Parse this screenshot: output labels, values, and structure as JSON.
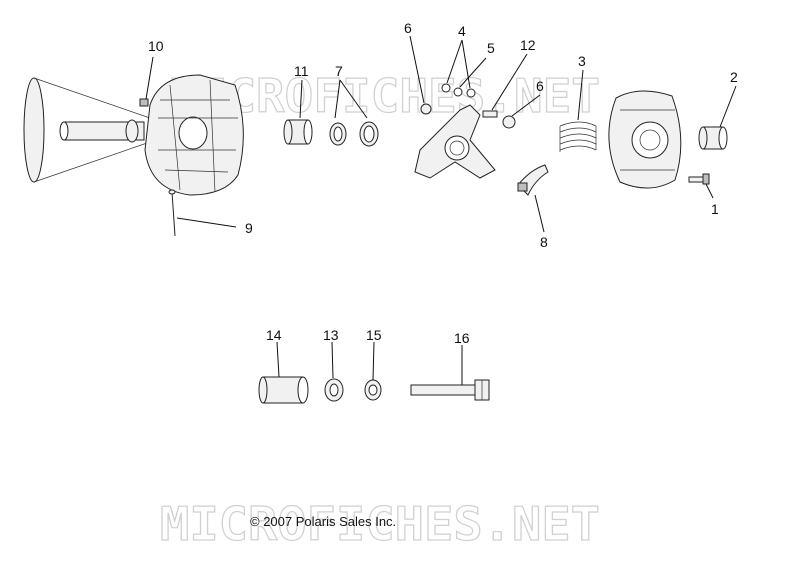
{
  "callouts": {
    "c1": "1",
    "c2": "2",
    "c3": "3",
    "c4": "4",
    "c5": "5",
    "c6a": "6",
    "c6b": "6",
    "c7": "7",
    "c8": "8",
    "c9": "9",
    "c10": "10",
    "c11": "11",
    "c12": "12",
    "c13": "13",
    "c14": "14",
    "c15": "15",
    "c16": "16"
  },
  "watermark": "MICROFICHES.NET",
  "copyright": "© 2007 Polaris Sales Inc."
}
